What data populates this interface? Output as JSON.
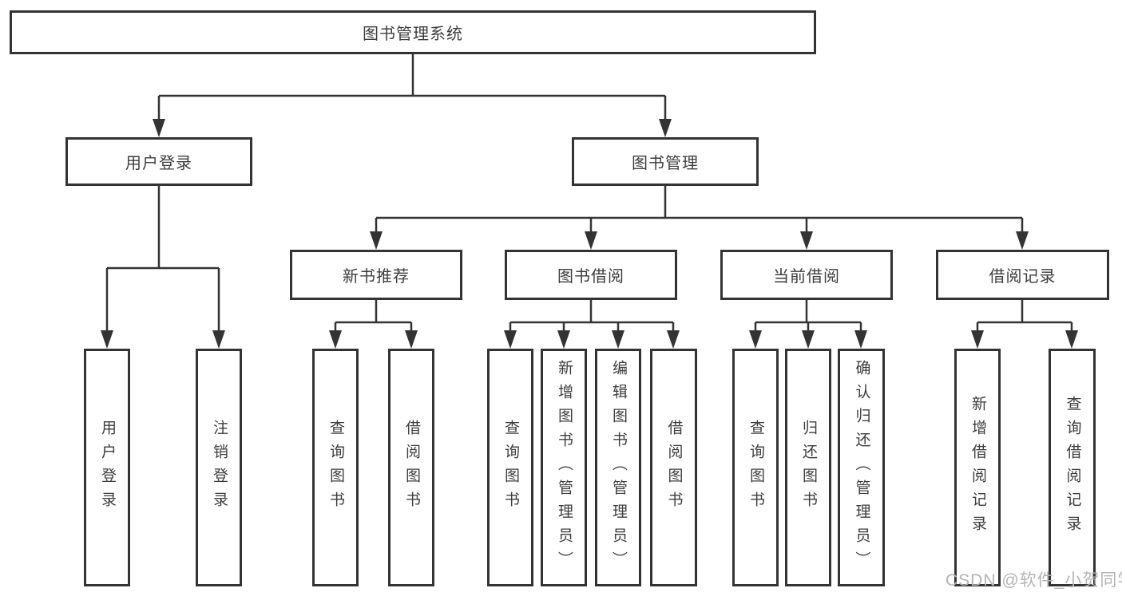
{
  "diagram_type": "hierarchy-tree",
  "colors": {
    "line": "#333333",
    "box_border": "#333333",
    "text": "#3d3d3d",
    "watermark": "#b4b4b4",
    "background": "#ffffff"
  },
  "tree": {
    "label": "图书管理系统",
    "children": [
      {
        "label": "用户登录",
        "children": [
          {
            "label": "用户登录"
          },
          {
            "label": "注销登录"
          }
        ]
      },
      {
        "label": "图书管理",
        "children": [
          {
            "label": "新书推荐",
            "children": [
              {
                "label": "查询图书"
              },
              {
                "label": "借阅图书"
              }
            ]
          },
          {
            "label": "图书借阅",
            "children": [
              {
                "label": "查询图书"
              },
              {
                "label": "新增图书（管理员）"
              },
              {
                "label": "编辑图书（管理员）"
              },
              {
                "label": "借阅图书"
              }
            ]
          },
          {
            "label": "当前借阅",
            "children": [
              {
                "label": "查询图书"
              },
              {
                "label": "归还图书"
              },
              {
                "label": "确认归还（管理员）"
              }
            ]
          },
          {
            "label": "借阅记录",
            "children": [
              {
                "label": "新增借阅记录"
              },
              {
                "label": "查询借阅记录"
              }
            ]
          }
        ]
      }
    ]
  },
  "watermark": "CSDN @软件_小贺同学"
}
